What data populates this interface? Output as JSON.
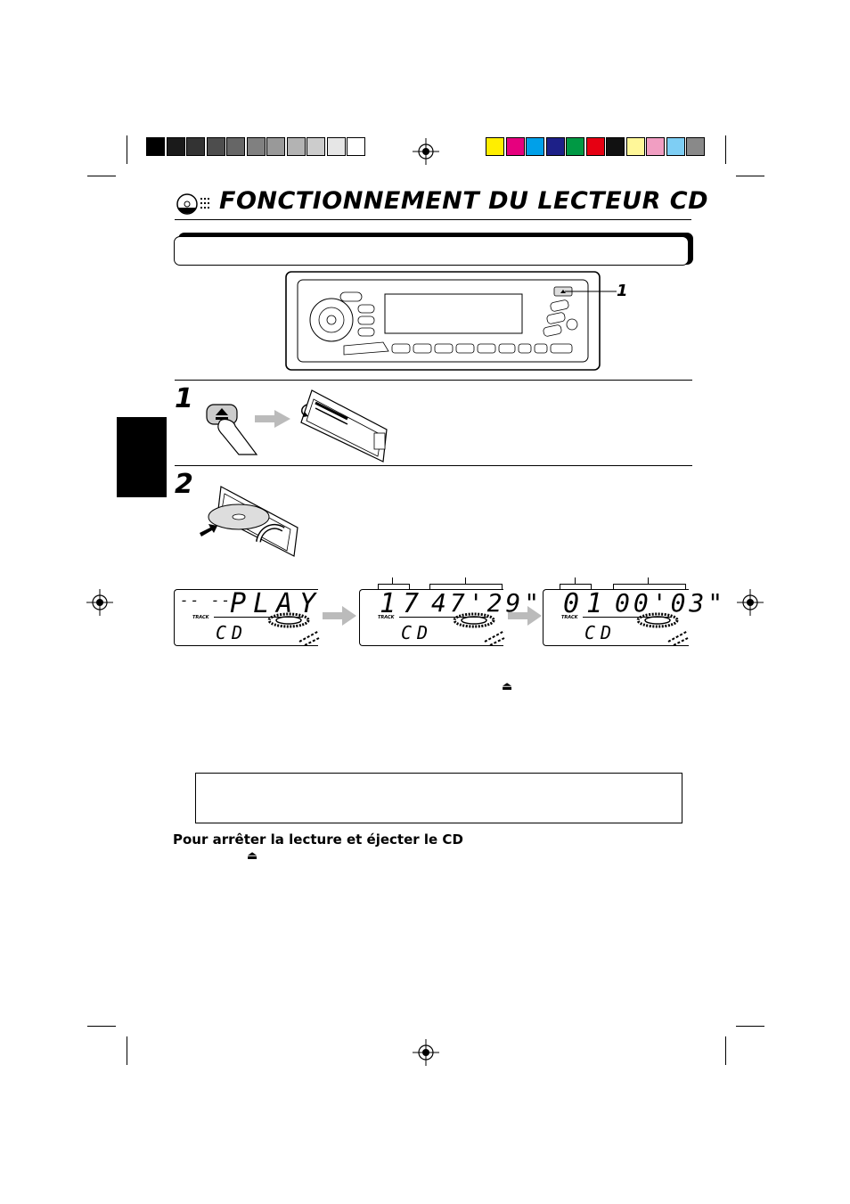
{
  "page": {
    "title": "FONCTIONNEMENT DU LECTEUR CD",
    "callout_label": "1",
    "steps": [
      {
        "number": "1"
      },
      {
        "number": "2"
      }
    ],
    "displays": [
      {
        "left": "-- --",
        "right": "PLAY",
        "bottom": "CD",
        "track_label": "TRACK"
      },
      {
        "left": "17",
        "right": "47'29\"",
        "bottom": "CD",
        "track_label": "TRACK"
      },
      {
        "left": "01",
        "right": "00'03\"",
        "bottom": "CD",
        "track_label": "TRACK"
      }
    ],
    "stop_heading": "Pour arrêter la lecture et éjecter le CD",
    "eject_symbol": "⏏"
  },
  "colors": {
    "gray_bar": [
      "#000000",
      "#1a1a1a",
      "#333333",
      "#4d4d4d",
      "#666666",
      "#808080",
      "#999999",
      "#b3b3b3",
      "#cccccc",
      "#e6e6e6",
      "#ffffff"
    ],
    "color_bar": [
      "#ffee00",
      "#e6007e",
      "#00a0e9",
      "#1d2088",
      "#009944",
      "#e60012",
      "#111111",
      "#fff799",
      "#f19ec2",
      "#7ecef4",
      "#898989"
    ]
  }
}
